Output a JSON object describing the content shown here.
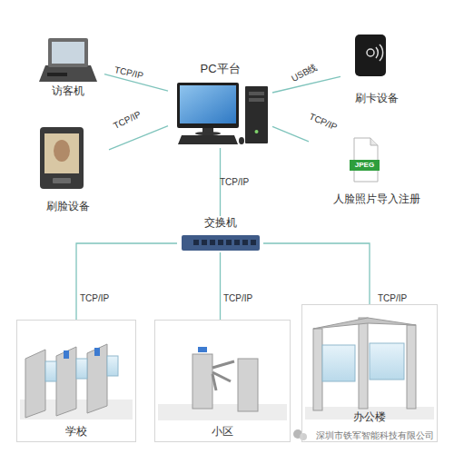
{
  "diagram": {
    "nodes": [
      {
        "text": [
          "访客机"
        ]
      },
      {
        "text": [
          "PC平台"
        ]
      },
      {
        "text": [
          "刷卡设备"
        ]
      },
      {
        "text": [
          "刷脸设备"
        ]
      },
      {
        "text": [
          "人脸照片导入注册"
        ]
      },
      {
        "text": [
          "交换机"
        ]
      },
      {
        "text": [
          "学校"
        ]
      },
      {
        "text": [
          "小区"
        ]
      },
      {
        "text": [
          "办公楼"
        ]
      }
    ],
    "edges": [
      {
        "from": 0,
        "to": 1,
        "label": "TCP/IP",
        "arrow": "none"
      },
      {
        "from": 3,
        "to": 1,
        "label": "TCP/IP",
        "arrow": "none"
      },
      {
        "from": 1,
        "to": 2,
        "label": "USB线",
        "arrow": "none"
      },
      {
        "from": 1,
        "to": 4,
        "label": "TCP/IP",
        "arrow": "none"
      },
      {
        "from": 1,
        "to": 5,
        "label": "TCP/IP",
        "arrow": "none"
      },
      {
        "from": 5,
        "to": 6,
        "label": "TCP/IP",
        "arrow": "none"
      },
      {
        "from": 5,
        "to": 7,
        "label": "TCP/IP",
        "arrow": "none"
      },
      {
        "from": 5,
        "to": 8,
        "label": "TCP/IP",
        "arrow": "none"
      }
    ],
    "labels": [
      "JPEG",
      "深圳市铁军智能科技有限公司"
    ]
  }
}
